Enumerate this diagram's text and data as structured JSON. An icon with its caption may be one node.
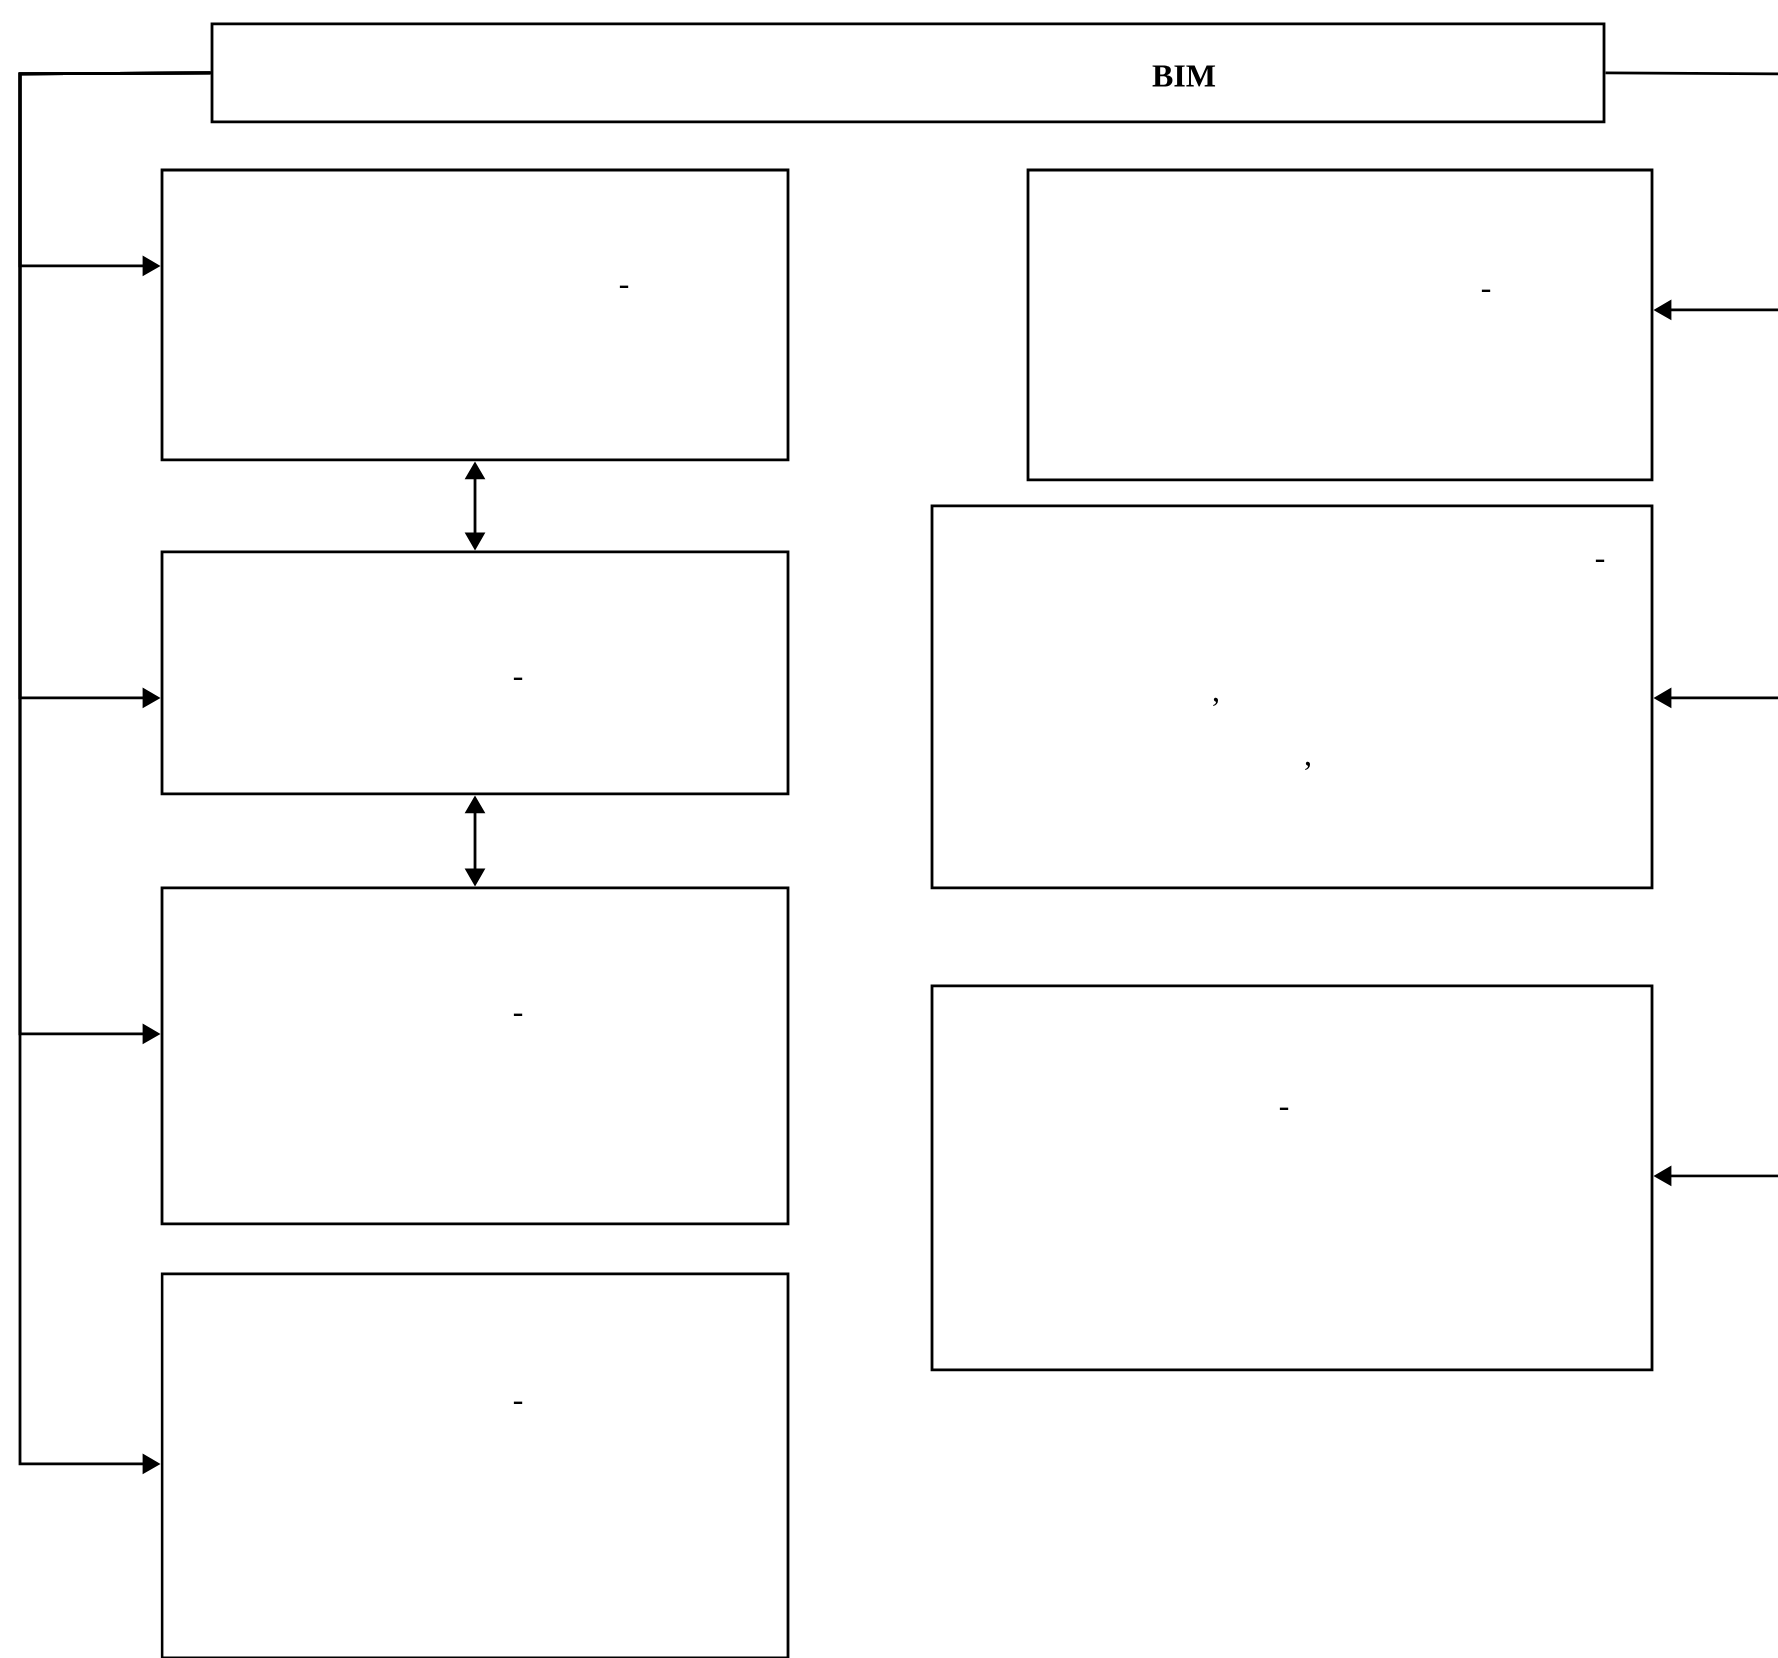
{
  "diagram": {
    "nodes": [
      {
        "text": [
          "BIM"
        ]
      },
      {
        "text": [
          "-"
        ]
      },
      {
        "text": [
          "-"
        ]
      },
      {
        "text": [
          "-"
        ]
      },
      {
        "text": [
          "-"
        ]
      },
      {
        "text": [
          "-"
        ]
      },
      {
        "text": [
          "-",
          ",",
          ","
        ]
      },
      {
        "text": [
          "-"
        ]
      }
    ],
    "edges": [
      {
        "from": 0,
        "to": 1,
        "arrow": "to"
      },
      {
        "from": 0,
        "to": 2,
        "arrow": "to"
      },
      {
        "from": 0,
        "to": 3,
        "arrow": "to"
      },
      {
        "from": 0,
        "to": 4,
        "arrow": "to"
      },
      {
        "from": 1,
        "to": 2,
        "arrow": "both"
      },
      {
        "from": 2,
        "to": 3,
        "arrow": "both"
      },
      {
        "from": 0,
        "to": null,
        "arrow": "none"
      },
      {
        "from": null,
        "to": 5,
        "arrow": "to"
      },
      {
        "from": null,
        "to": 6,
        "arrow": "to"
      },
      {
        "from": null,
        "to": 7,
        "arrow": "to"
      }
    ]
  }
}
